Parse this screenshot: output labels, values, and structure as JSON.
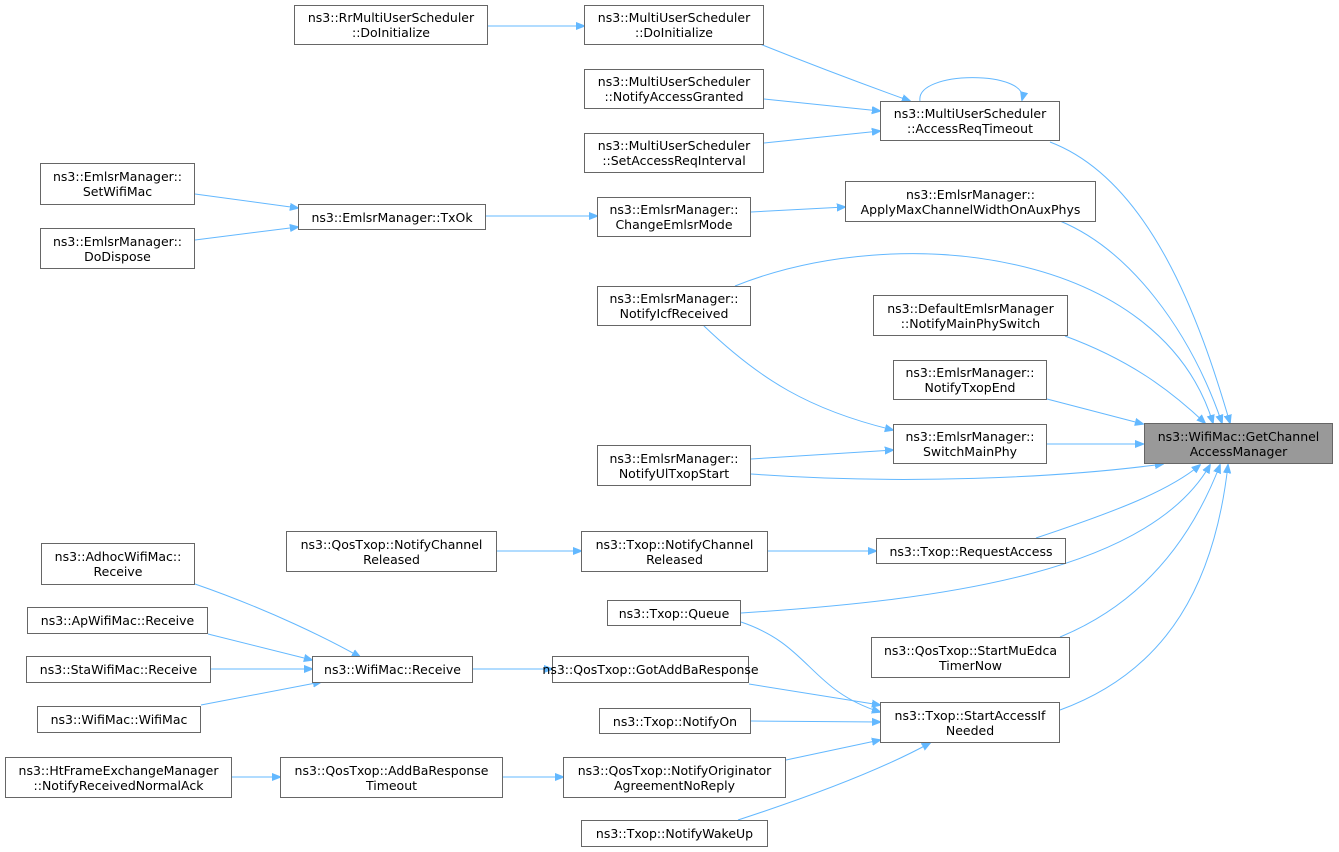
{
  "colors": {
    "edge": "#63b8ff",
    "node_border": "#666666",
    "root_fill": "#999999"
  },
  "nodes": {
    "root": [
      "ns3::WifiMac::GetChannel",
      "AccessManager"
    ],
    "rr_doinit": [
      "ns3::RrMultiUserScheduler",
      "::DoInitialize"
    ],
    "mus_doinit": [
      "ns3::MultiUserScheduler",
      "::DoInitialize"
    ],
    "mus_notify": [
      "ns3::MultiUserScheduler",
      "::NotifyAccessGranted"
    ],
    "mus_setint": [
      "ns3::MultiUserScheduler",
      "::SetAccessReqInterval"
    ],
    "mus_timeout": [
      "ns3::MultiUserScheduler",
      "::AccessReqTimeout"
    ],
    "em_setwifi": [
      "ns3::EmlsrManager::",
      "SetWifiMac"
    ],
    "em_dispose": [
      "ns3::EmlsrManager::",
      "DoDispose"
    ],
    "em_txok": [
      "ns3::EmlsrManager::TxOk"
    ],
    "em_change": [
      "ns3::EmlsrManager::",
      "ChangeEmlsrMode"
    ],
    "em_apply": [
      "ns3::EmlsrManager::",
      "ApplyMaxChannelWidthOnAuxPhys"
    ],
    "em_icf": [
      "ns3::EmlsrManager::",
      "NotifyIcfReceived"
    ],
    "dem_switch": [
      "ns3::DefaultEmlsrManager",
      "::NotifyMainPhySwitch"
    ],
    "em_txopend": [
      "ns3::EmlsrManager::",
      "NotifyTxopEnd"
    ],
    "em_switch": [
      "ns3::EmlsrManager::",
      "SwitchMainPhy"
    ],
    "em_ultxop": [
      "ns3::EmlsrManager::",
      "NotifyUlTxopStart"
    ],
    "qt_chrel": [
      "ns3::QosTxop::NotifyChannel",
      "Released"
    ],
    "tx_chrel": [
      "ns3::Txop::NotifyChannel",
      "Released"
    ],
    "tx_reqacc": [
      "ns3::Txop::RequestAccess"
    ],
    "tx_queue": [
      "ns3::Txop::Queue"
    ],
    "qt_startmu": [
      "ns3::QosTxop::StartMuEdca",
      "TimerNow"
    ],
    "tx_startacc": [
      "ns3::Txop::StartAccessIf",
      "Needed"
    ],
    "adhoc_recv": [
      "ns3::AdhocWifiMac::",
      "Receive"
    ],
    "ap_recv": [
      "ns3::ApWifiMac::Receive"
    ],
    "sta_recv": [
      "ns3::StaWifiMac::Receive"
    ],
    "wm_wifimac": [
      "ns3::WifiMac::WifiMac"
    ],
    "wm_recv": [
      "ns3::WifiMac::Receive"
    ],
    "qt_gotaddba": [
      "ns3::QosTxop::GotAddBaResponse"
    ],
    "tx_notifyon": [
      "ns3::Txop::NotifyOn"
    ],
    "ht_recvack": [
      "ns3::HtFrameExchangeManager",
      "::NotifyReceivedNormalAck"
    ],
    "qt_addbato": [
      "ns3::QosTxop::AddBaResponse",
      "Timeout"
    ],
    "qt_noreply": [
      "ns3::QosTxop::NotifyOriginator",
      "AgreementNoReply"
    ],
    "tx_wakeup": [
      "ns3::Txop::NotifyWakeUp"
    ]
  }
}
